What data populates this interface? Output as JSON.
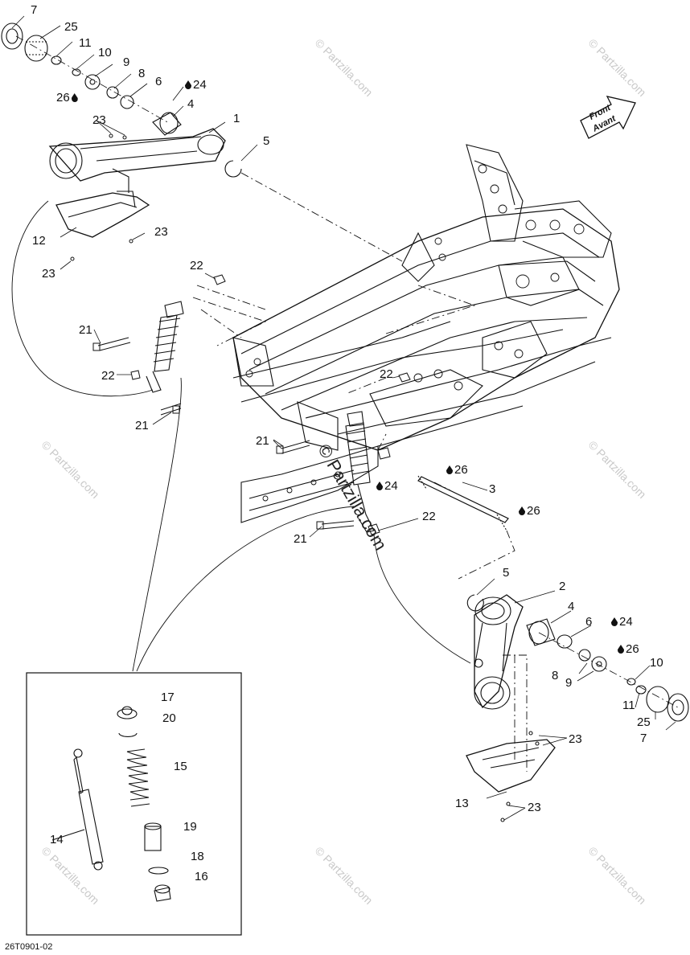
{
  "watermark": "© Partzilla.com",
  "drawing_code": "26T0901-02",
  "front_arrow": {
    "line1": "Front",
    "line2": "Avant"
  },
  "callouts": {
    "c7_top": "7",
    "c25_top": "25",
    "c11_top": "11",
    "c10_top": "10",
    "c9_top": "9",
    "c8_top": "8",
    "c6_top": "6",
    "c24_top": "24",
    "c26_top": "26",
    "c4_top": "4",
    "c1": "1",
    "c23_a": "23",
    "c5_top": "5",
    "c12": "12",
    "c23_b": "23",
    "c23_c": "23",
    "c22_a": "22",
    "c21_a": "21",
    "c22_b": "22",
    "c21_b": "21",
    "c22_c": "22",
    "c21_c": "21",
    "c24_mid": "24",
    "c26_mid": "26",
    "c3": "3",
    "c26_shaft": "26",
    "c21_d": "21",
    "c22_d": "22",
    "c5_bot": "5",
    "c2": "2",
    "c4_bot": "4",
    "c6_bot": "6",
    "c24_bot": "24",
    "c26_bot": "26",
    "c8_bot": "8",
    "c9_bot": "9",
    "c10_bot": "10",
    "c11_bot": "11",
    "c25_bot": "25",
    "c7_bot": "7",
    "c23_d": "23",
    "c13": "13",
    "c23_e": "23",
    "c17": "17",
    "c20": "20",
    "c15": "15",
    "c14": "14",
    "c19": "19",
    "c18": "18",
    "c16": "16"
  },
  "icons": {
    "lubricant": "oil-drop-icon"
  }
}
